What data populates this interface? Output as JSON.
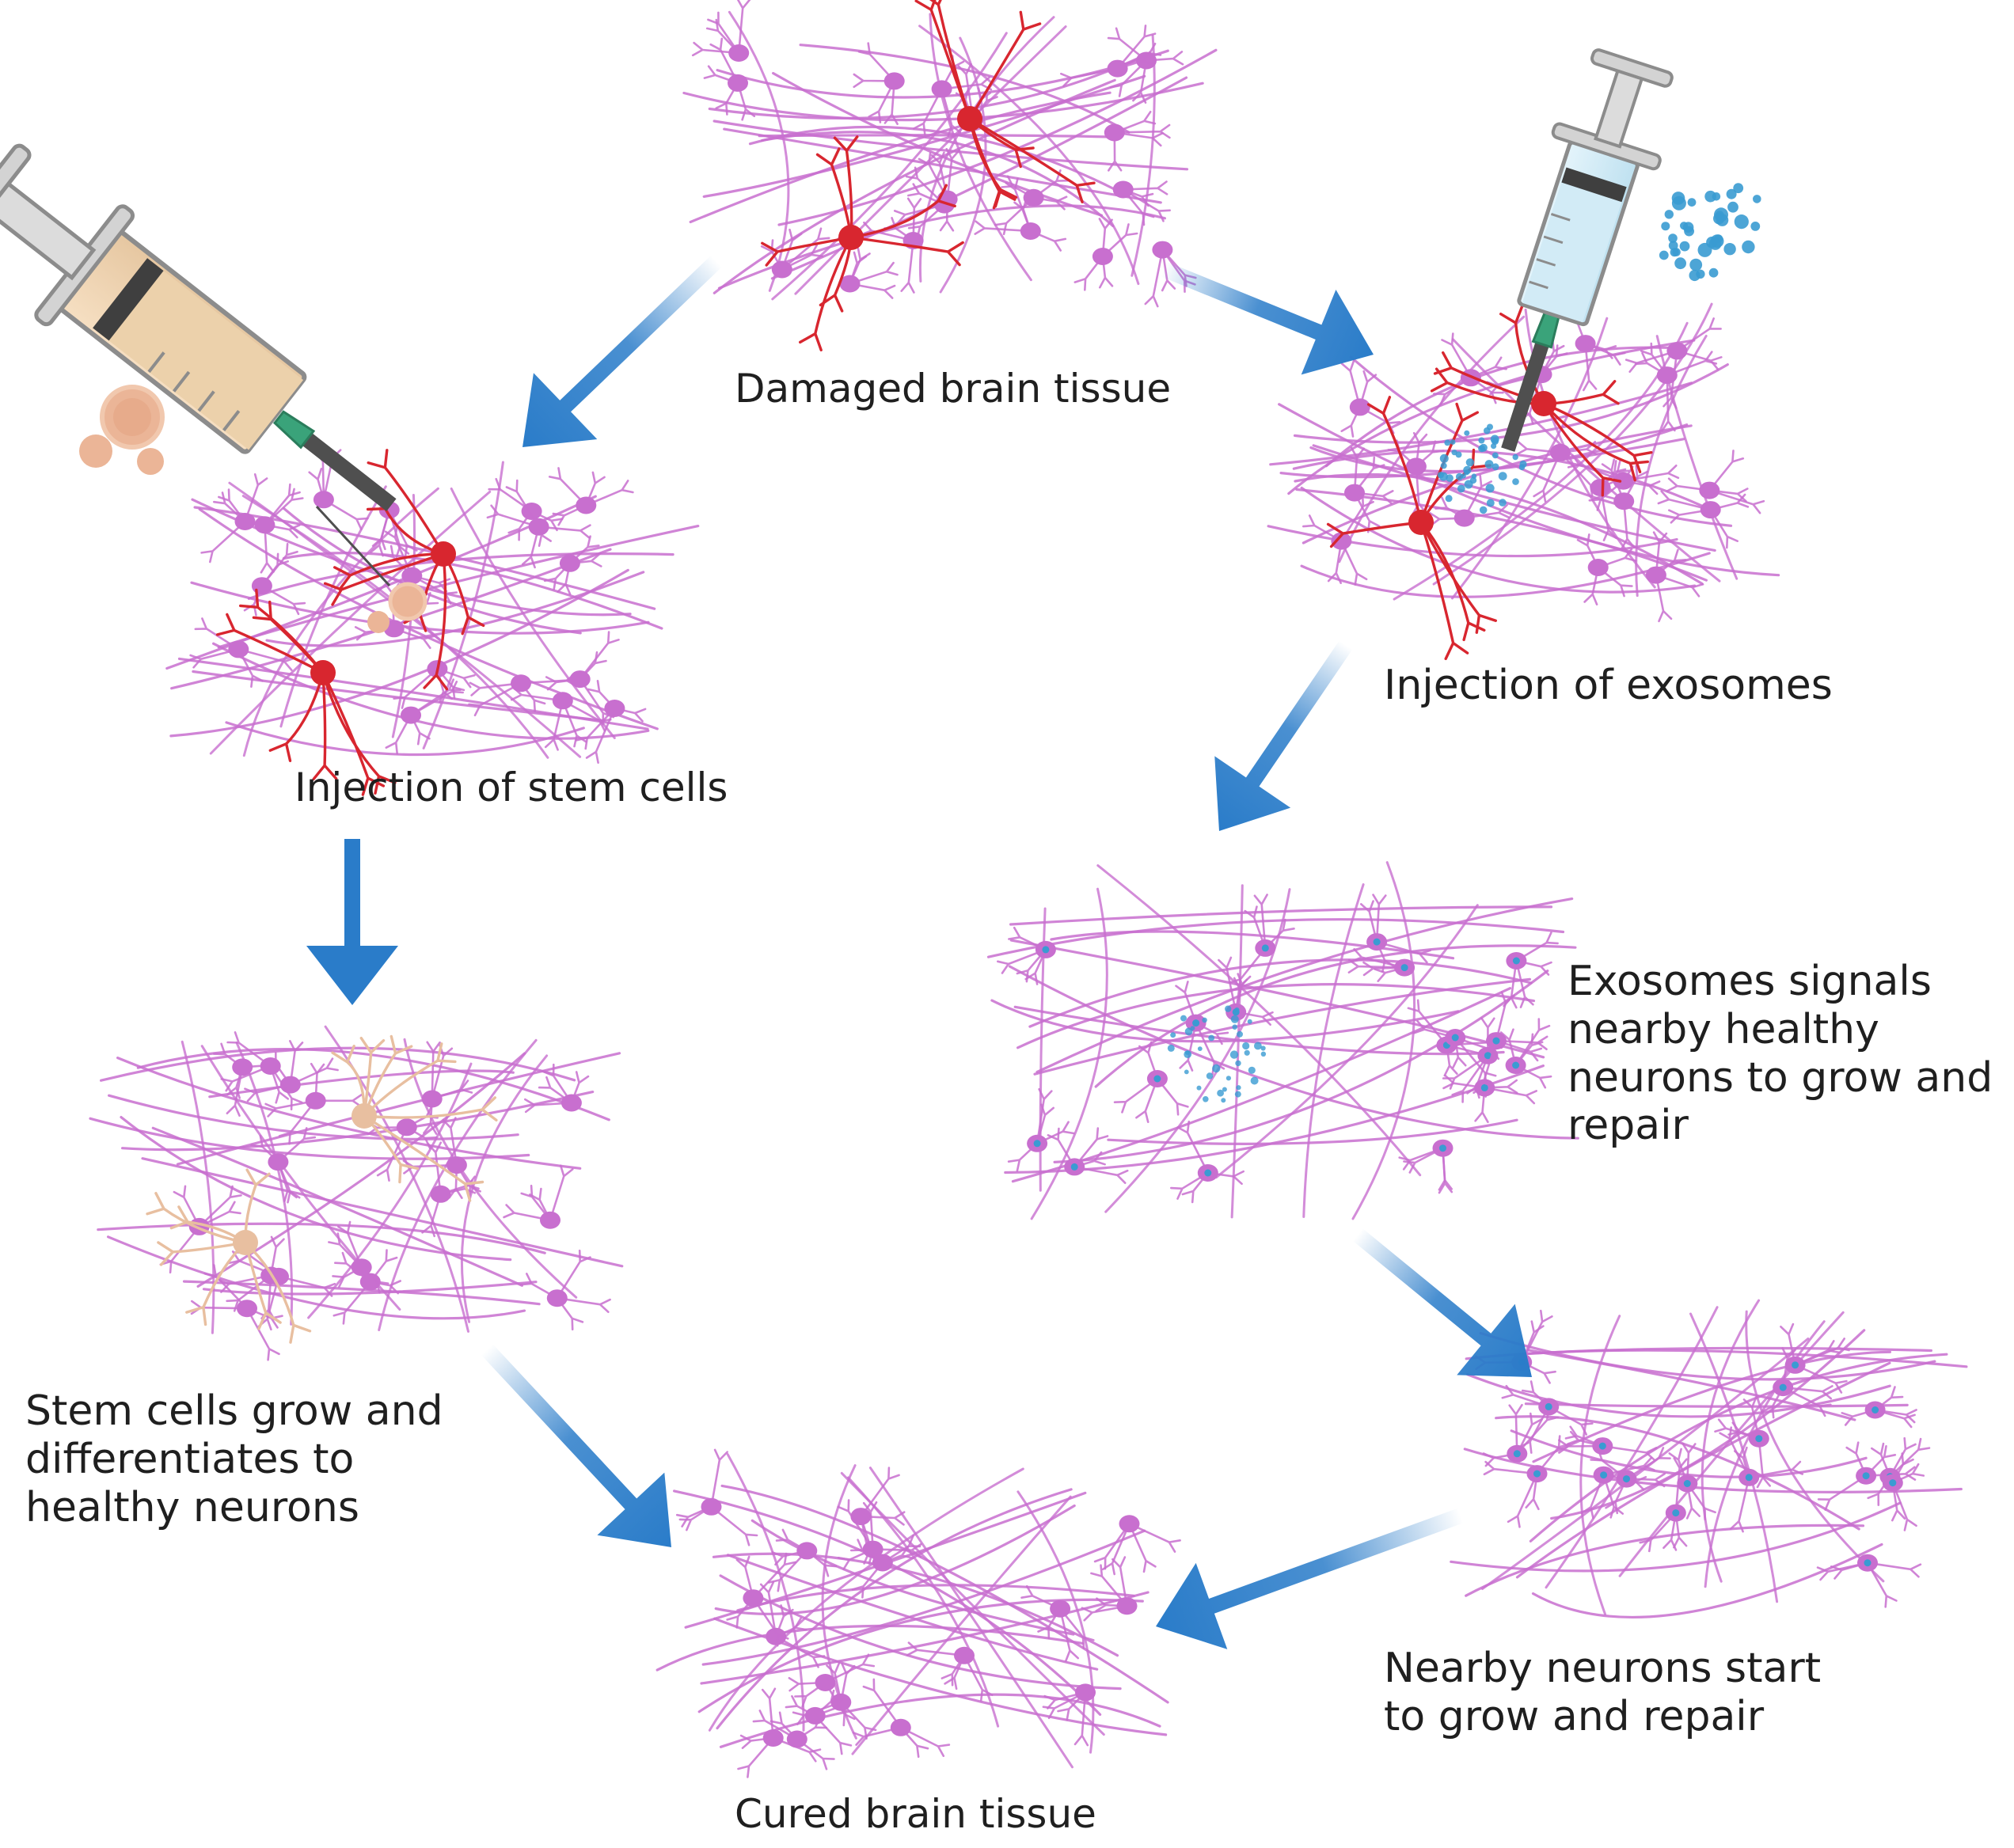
{
  "diagram": {
    "labels": {
      "damaged": "Damaged brain tissue",
      "inj_stem": "Injection of stem cells",
      "inj_exo": "Injection of exosomes",
      "exo_signal": [
        "Exosomes signals",
        "nearby healthy",
        "neurons to grow and",
        "repair"
      ],
      "stem_grow": [
        "Stem cells grow and",
        "differentiates to",
        "healthy neurons"
      ],
      "nearby": [
        "Nearby neurons start",
        "to grow and repair"
      ],
      "cured": "Cured brain tissue"
    },
    "colors": {
      "neuron_healthy": "#c86fcf",
      "neuron_damaged": "#d8262f",
      "stem_cell": "#e8bfa0",
      "exosome": "#3a9bd2",
      "arrow": "#2a7cc9"
    }
  }
}
